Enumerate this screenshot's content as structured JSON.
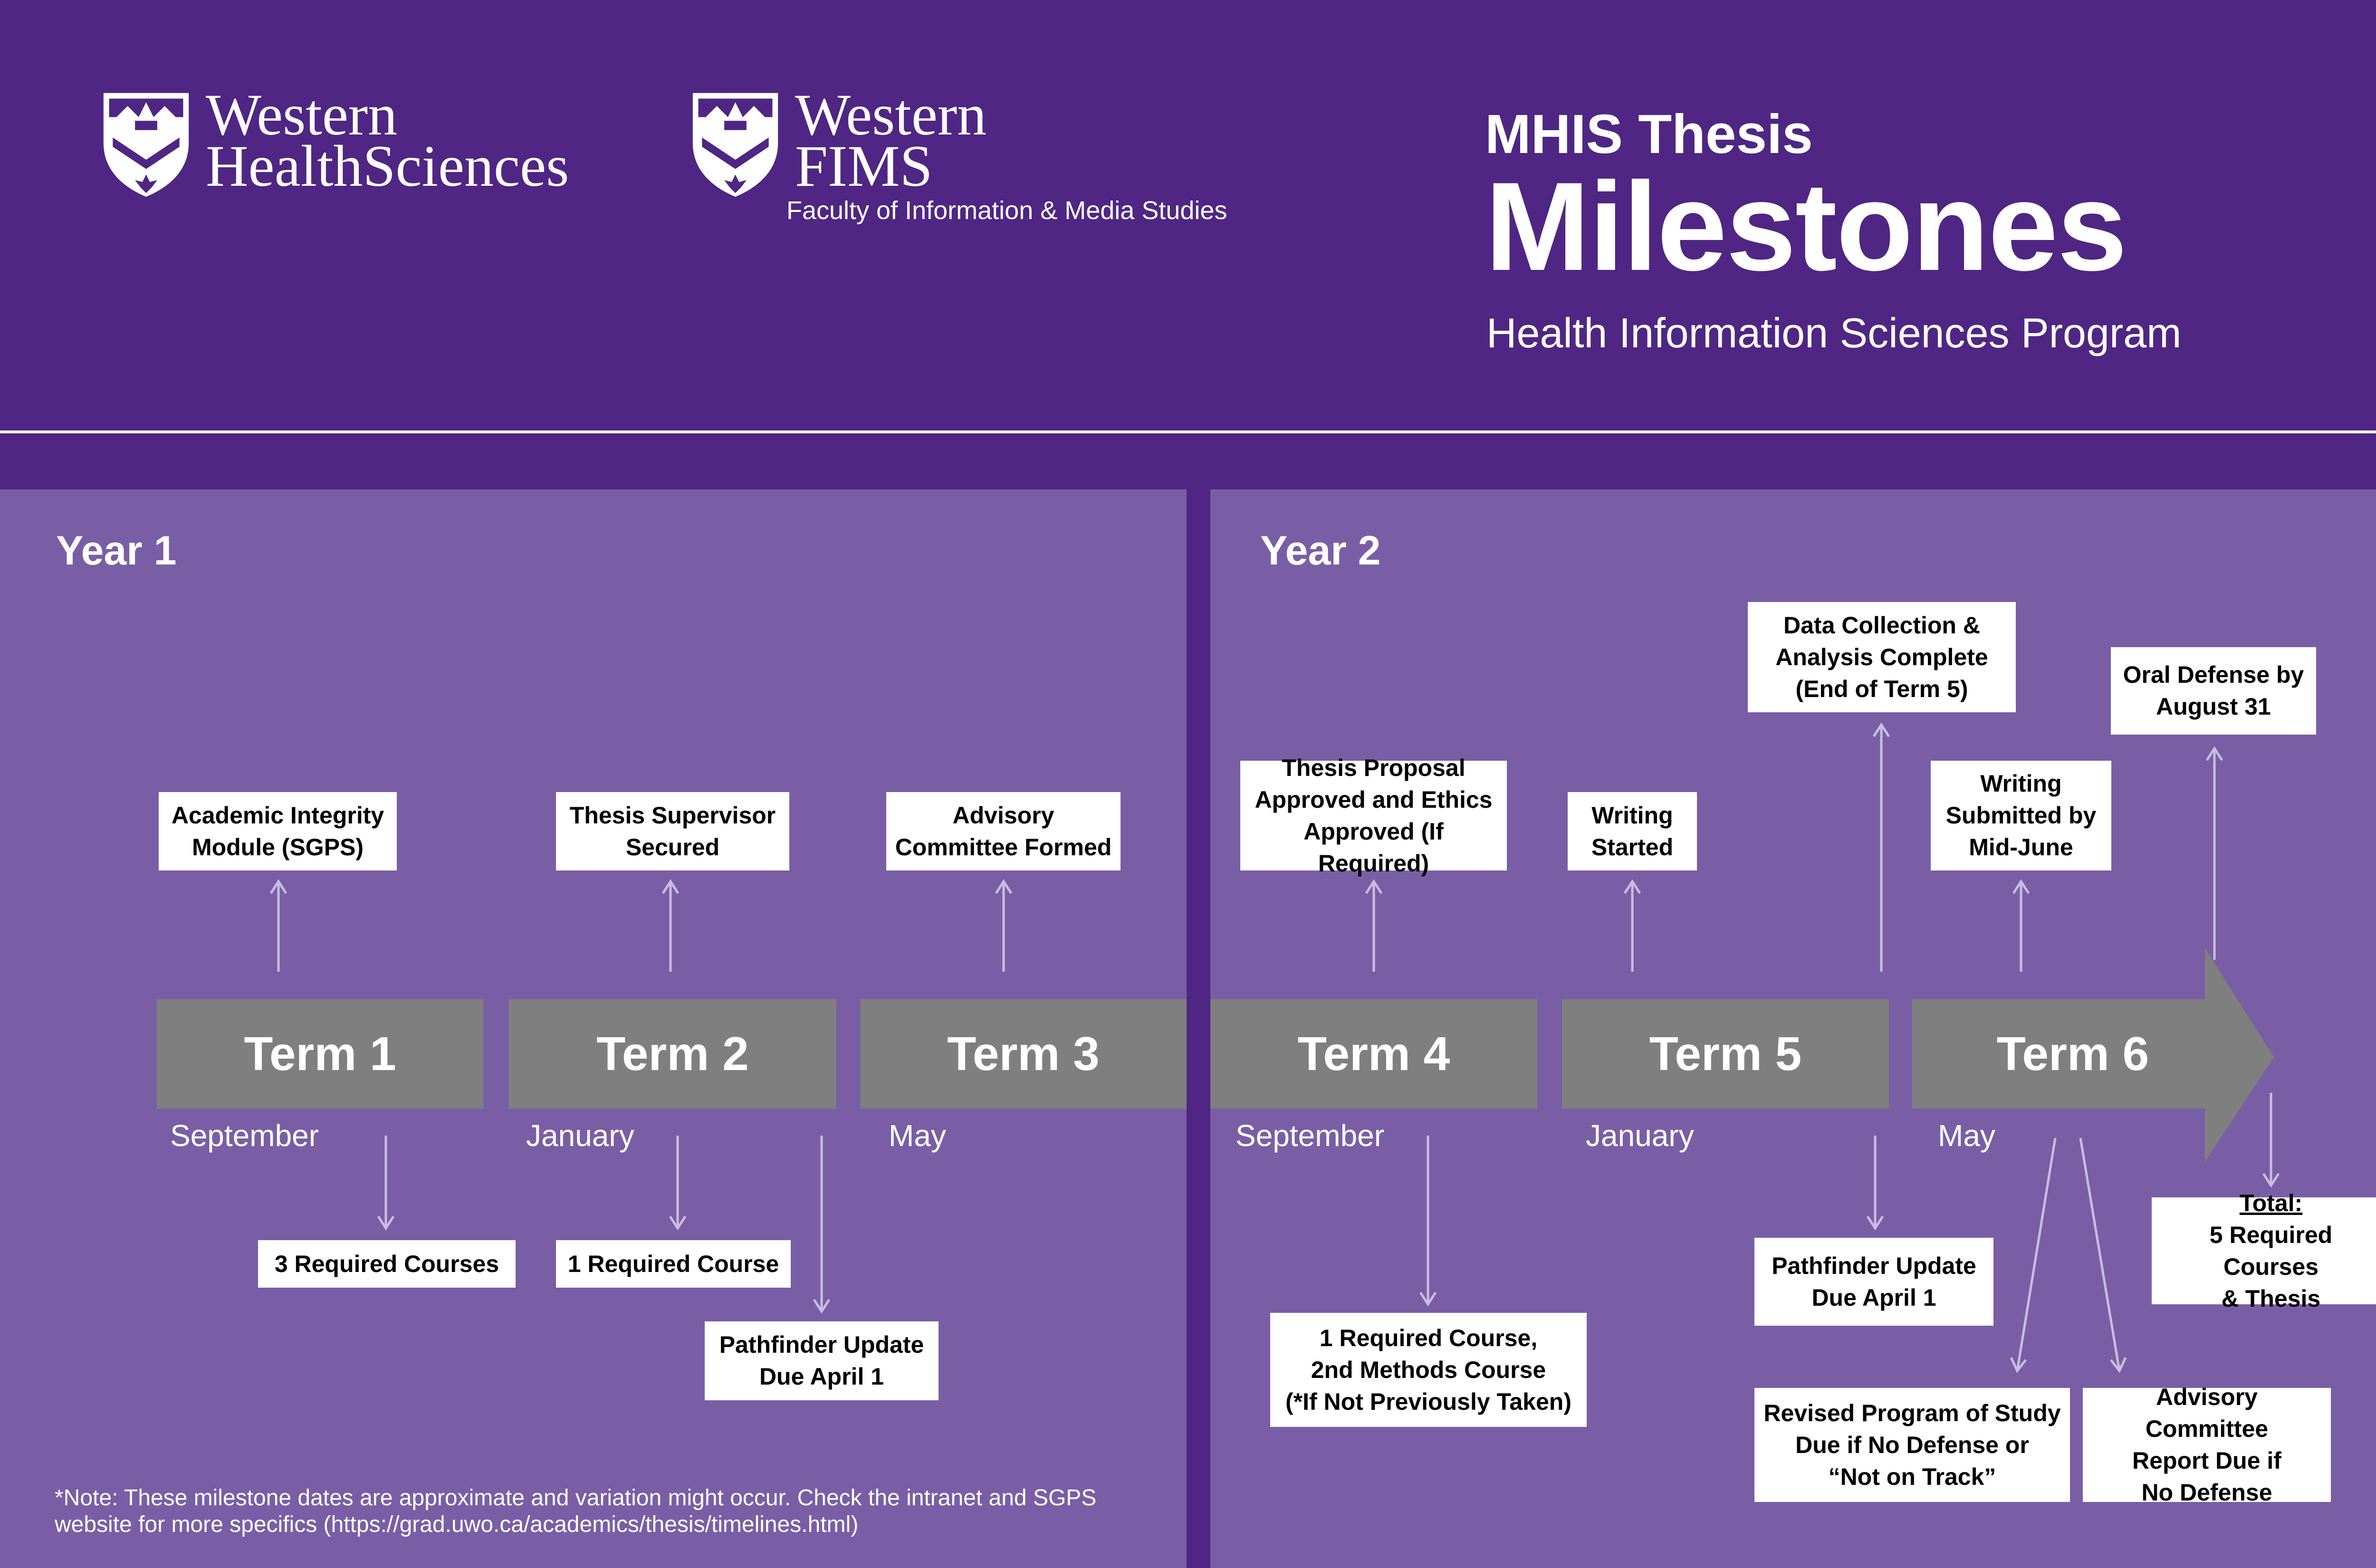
{
  "header": {
    "logo_left": {
      "line1": "Western",
      "line2": "HealthSciences"
    },
    "logo_right": {
      "line1": "Western",
      "line2": "FIMS",
      "subtitle": "Faculty of Information & Media Studies"
    },
    "title_small": "MHIS Thesis",
    "title_big": "Milestones",
    "title_sub": "Health Information Sciences Program"
  },
  "year1": {
    "label": "Year 1"
  },
  "year2": {
    "label": "Year 2"
  },
  "terms": [
    {
      "label": "Term 1",
      "month": "September"
    },
    {
      "label": "Term 2",
      "month": "January"
    },
    {
      "label": "Term 3",
      "month": "May"
    },
    {
      "label": "Term 4",
      "month": "September"
    },
    {
      "label": "Term 5",
      "month": "January"
    },
    {
      "label": "Term 6",
      "month": "May"
    }
  ],
  "milestones_above": [
    {
      "text": "Academic Integrity\nModule (SGPS)"
    },
    {
      "text": "Thesis Supervisor\nSecured"
    },
    {
      "text": "Advisory\nCommittee Formed"
    },
    {
      "text": "Thesis Proposal\nApproved and Ethics\nApproved (If Required)"
    },
    {
      "text": "Writing\nStarted"
    },
    {
      "text": "Data Collection &\nAnalysis Complete\n(End of Term 5)"
    },
    {
      "text": "Writing\nSubmitted by\nMid-June"
    },
    {
      "text": "Oral Defense by\nAugust 31"
    }
  ],
  "milestones_below": [
    {
      "text": "3 Required Courses"
    },
    {
      "text": "1 Required Course"
    },
    {
      "text": "Pathfinder Update\nDue April 1"
    },
    {
      "text": "1 Required Course,\n2nd Methods Course\n(*If Not Previously Taken)"
    },
    {
      "text": "Pathfinder Update\nDue April 1"
    },
    {
      "text": "Revised Program of Study\nDue if No Defense or\n“Not on Track”"
    },
    {
      "text": "Advisory Committee\nReport Due if\nNo Defense"
    }
  ],
  "total": {
    "heading": "Total:",
    "text": "5 Required Courses\n& Thesis"
  },
  "note": "*Note: These milestone dates are approximate and variation might occur. Check the intranet and SGPS website for more specifics (https://grad.uwo.ca/academics/thesis/timelines.html)",
  "colors": {
    "header_bg": "#4f2683",
    "panel_bg": "#7a5ea5",
    "term_bg": "#7f7f7f",
    "arrow": "#c9bde0"
  }
}
